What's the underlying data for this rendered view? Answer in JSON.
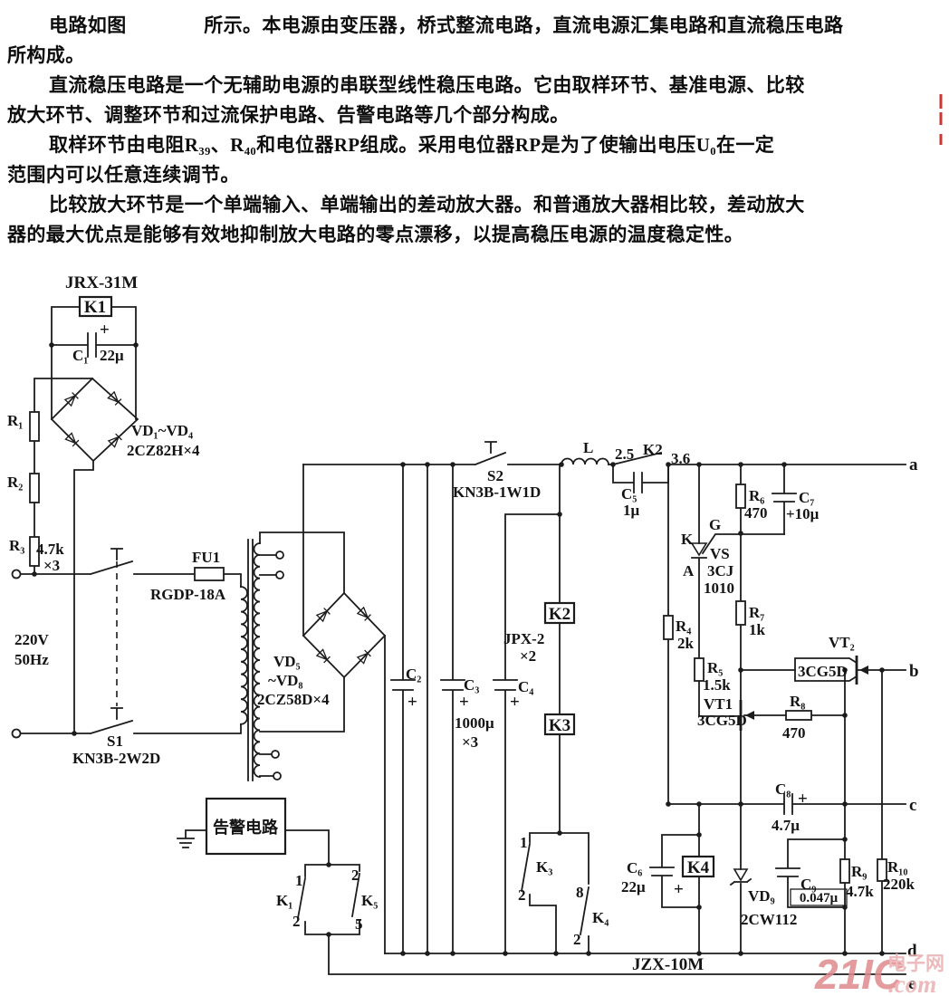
{
  "doc": {
    "paragraphs": [
      {
        "lines": [
          "电路如图　　　　所示。本电源由变压器，桥式整流电路，直流电源汇集电路和直流稳压电路",
          "所构成。"
        ]
      },
      {
        "lines": [
          "直流稳压电路是一个无辅助电源的串联型线性稳压电路。它由取样环节、基准电源、比较",
          "放大环节、调整环节和过流保护电路、告警电路等几个部分构成。"
        ]
      },
      {
        "lines": [
          "取样环节由电阻R₃₉、R₄₀和电位器RP组成。采用电位器RP是为了使输出电压U₀在一定",
          "范围内可以任意连续调节。"
        ]
      },
      {
        "lines": [
          "比较放大环节是一个单端输入、单端输出的差动放大器。和普通放大器相比较，差动放大",
          "器的最大优点是能够有效地抑制放大电路的零点漂移，以提高稳压电源的温度稳定性。"
        ]
      }
    ]
  },
  "circuit": {
    "labels": {
      "relay_jrx": "JRX-31M",
      "k1_box": "K1",
      "k2_box": "K2",
      "k3_box": "K3",
      "k4_box": "K4",
      "c1": "C₁",
      "c1_v": "22μ",
      "plus": "+",
      "vd14": "VD₁~VD₄",
      "vd14_t": "2CZ82H×4",
      "r1": "R₁",
      "r2": "R₂",
      "r3": "R₃",
      "r123_v": "4.7k",
      "r123_m": "×3",
      "mains_v": "220V",
      "mains_f": "50Hz",
      "s1": "S1",
      "s1_t": "KN3B-2W2D",
      "fu1": "FU1",
      "fu1_t": "RGDP-18A",
      "vd58a": "VD₅",
      "vd58b": "~VD₈",
      "vd58_t": "2CZ58D×4",
      "s2": "S2",
      "s2_t": "KN3B-1W1D",
      "l": "L",
      "k2c_a": "2.5",
      "k2c": "K2",
      "k2c_b": "3.6",
      "c5": "C₅",
      "c5_v": "1μ",
      "c2": "C₂",
      "c3": "C₃",
      "c4": "C₄",
      "c234_v": "1000μ",
      "c234_m": "×3",
      "jpx": "JPX-2",
      "jpx_m": "×2",
      "r6": "R₆",
      "r6_v": "470",
      "c7": "C₇",
      "c7_v": "+10μ",
      "vs_k": "K",
      "vs_g": "G",
      "vs_a": "A",
      "vs": "VS",
      "vs_t1": "3CJ",
      "vs_t2": "1010",
      "r4": "R₄",
      "r4_v": "2k",
      "r7": "R₇",
      "r7_v": "1k",
      "r5": "R₅",
      "r5_v": "1.5k",
      "vt1": "VT1",
      "vt1_t": "3CG5D",
      "vt2": "VT₂",
      "vt2_t": "3CG5D",
      "r8": "R₈",
      "r8_v": "470",
      "c8": "C₈",
      "c8_v": "4.7μ",
      "c6": "C₆",
      "c6_v": "22μ",
      "vd9": "VD₉",
      "vd9_t": "2CW112",
      "c9": "C₉",
      "c9_v": "0.047μ",
      "r9": "R₉",
      "r9_v": "4.7k",
      "r10": "R₁₀",
      "r10_v": "220k",
      "jzx": "JZX-10M",
      "alarm": "告警电路",
      "k1s": "K₁",
      "k5s": "K₅",
      "k3s": "K₃",
      "k4s": "K₄",
      "n1": "1",
      "n2": "2",
      "n5": "5",
      "n8": "8",
      "t_a": "a",
      "t_b": "b",
      "t_c": "c",
      "t_d": "d",
      "t_e": "e"
    },
    "watermark": {
      "logo": "21IC",
      "site": "电子网",
      "dom": ".com"
    },
    "colors": {
      "ink": "#1c1c1c",
      "watermark_red": "#df8a8e",
      "watermark_pink": "#eaaeb1"
    }
  }
}
